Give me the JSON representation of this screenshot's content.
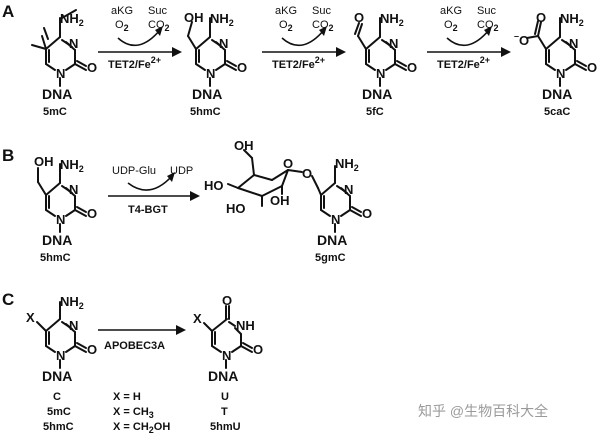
{
  "panels": {
    "a": "A",
    "b": "B",
    "c": "C"
  },
  "atoms": {
    "nh2_nh": "NH",
    "nh2_sub": "2",
    "n": "N",
    "o": "O",
    "oh": "OH",
    "ho": "HO",
    "x": "X",
    "nh": "NH",
    "neg": "–",
    "dna": "DNA"
  },
  "panel_a": {
    "reagent_left_1": "aKG",
    "reagent_left_2_main": "O",
    "reagent_left_2_sub": "2",
    "reagent_right_1": "Suc",
    "reagent_right_2_main": "CO",
    "reagent_right_2_sub": "2",
    "enzyme_main": "TET2/Fe",
    "enzyme_sup": "2+",
    "compounds": [
      "5mC",
      "5hmC",
      "5fC",
      "5caC"
    ]
  },
  "panel_b": {
    "reagent_left": "UDP-Glu",
    "reagent_right": "UDP",
    "enzyme": "T4-BGT",
    "compounds": [
      "5hmC",
      "5gmC"
    ]
  },
  "panel_c": {
    "enzyme": "APOBEC3A",
    "left_labels": [
      "C",
      "5mC",
      "5hmC"
    ],
    "x_defs": [
      "X = H",
      "X = CH",
      "X = CH"
    ],
    "x_def_sub_ch3": "3",
    "x_def_sub_ch2": "2",
    "x_def_tail_oh": "OH",
    "right_labels": [
      "U",
      "T",
      "5hmU"
    ]
  },
  "watermark": "知乎 @生物百科大全"
}
